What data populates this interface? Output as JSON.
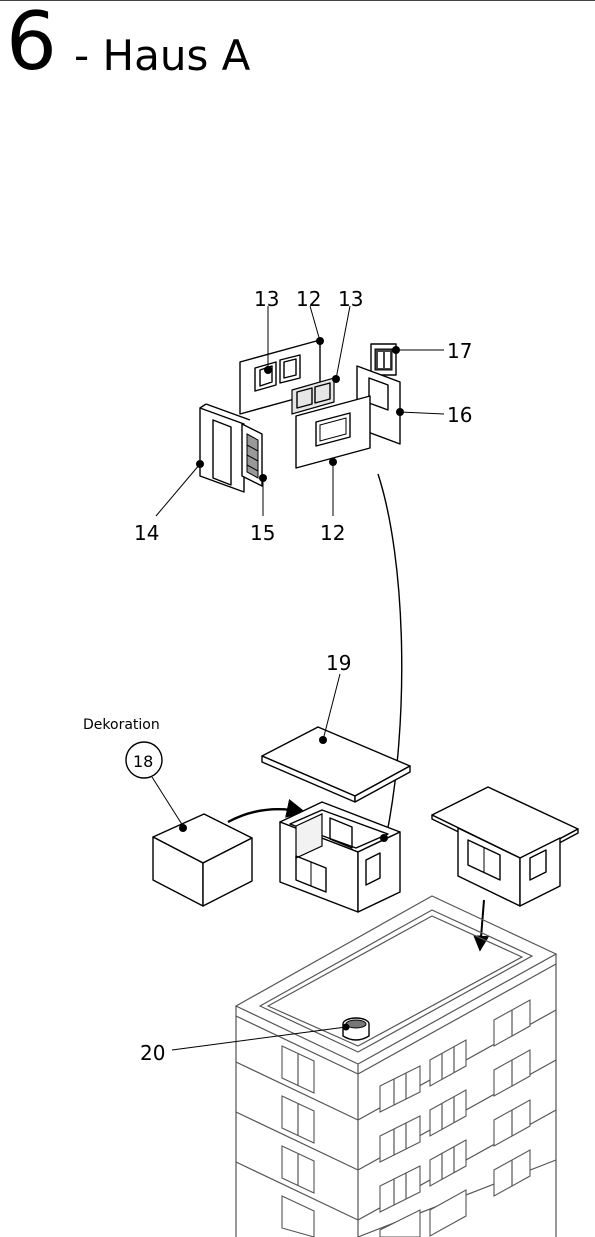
{
  "header": {
    "step_number": "6",
    "step_title": "- Haus A"
  },
  "diagram": {
    "labels": {
      "13a": "13",
      "12a": "12",
      "13b": "13",
      "17": "17",
      "16": "16",
      "14": "14",
      "15": "15",
      "12b": "12",
      "19": "19",
      "18": "18",
      "20": "20"
    },
    "decoration_label": "Dekoration"
  }
}
